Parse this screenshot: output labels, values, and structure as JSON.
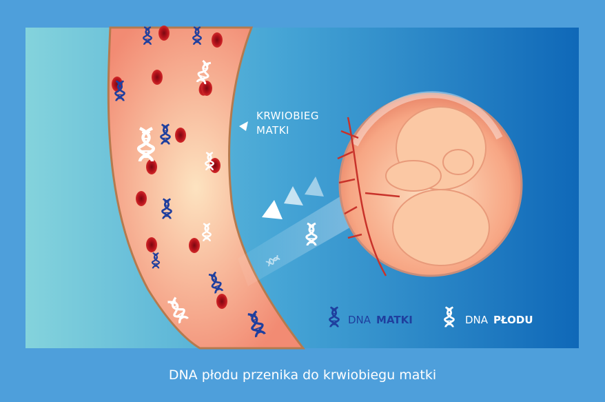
{
  "labels": {
    "maternal_circulation_line1": "KRWIOBIEG",
    "maternal_circulation_line2": "MATKI"
  },
  "legend": {
    "mother_prefix": "DNA",
    "mother_bold": "MATKI",
    "fetus_prefix": "DNA",
    "fetus_bold": "PŁODU"
  },
  "caption": "DNA płodu przenika do krwiobiegu matki",
  "colors": {
    "background": "#4e9fdb",
    "mother_dna": "#1f3f9e",
    "fetal_dna": "#ffffff",
    "blood_cell": "#b3121b",
    "vessel": "#f49a7e"
  },
  "icons": [
    "dna-helix-icon",
    "blood-cell-icon",
    "arrow-left-icon"
  ]
}
